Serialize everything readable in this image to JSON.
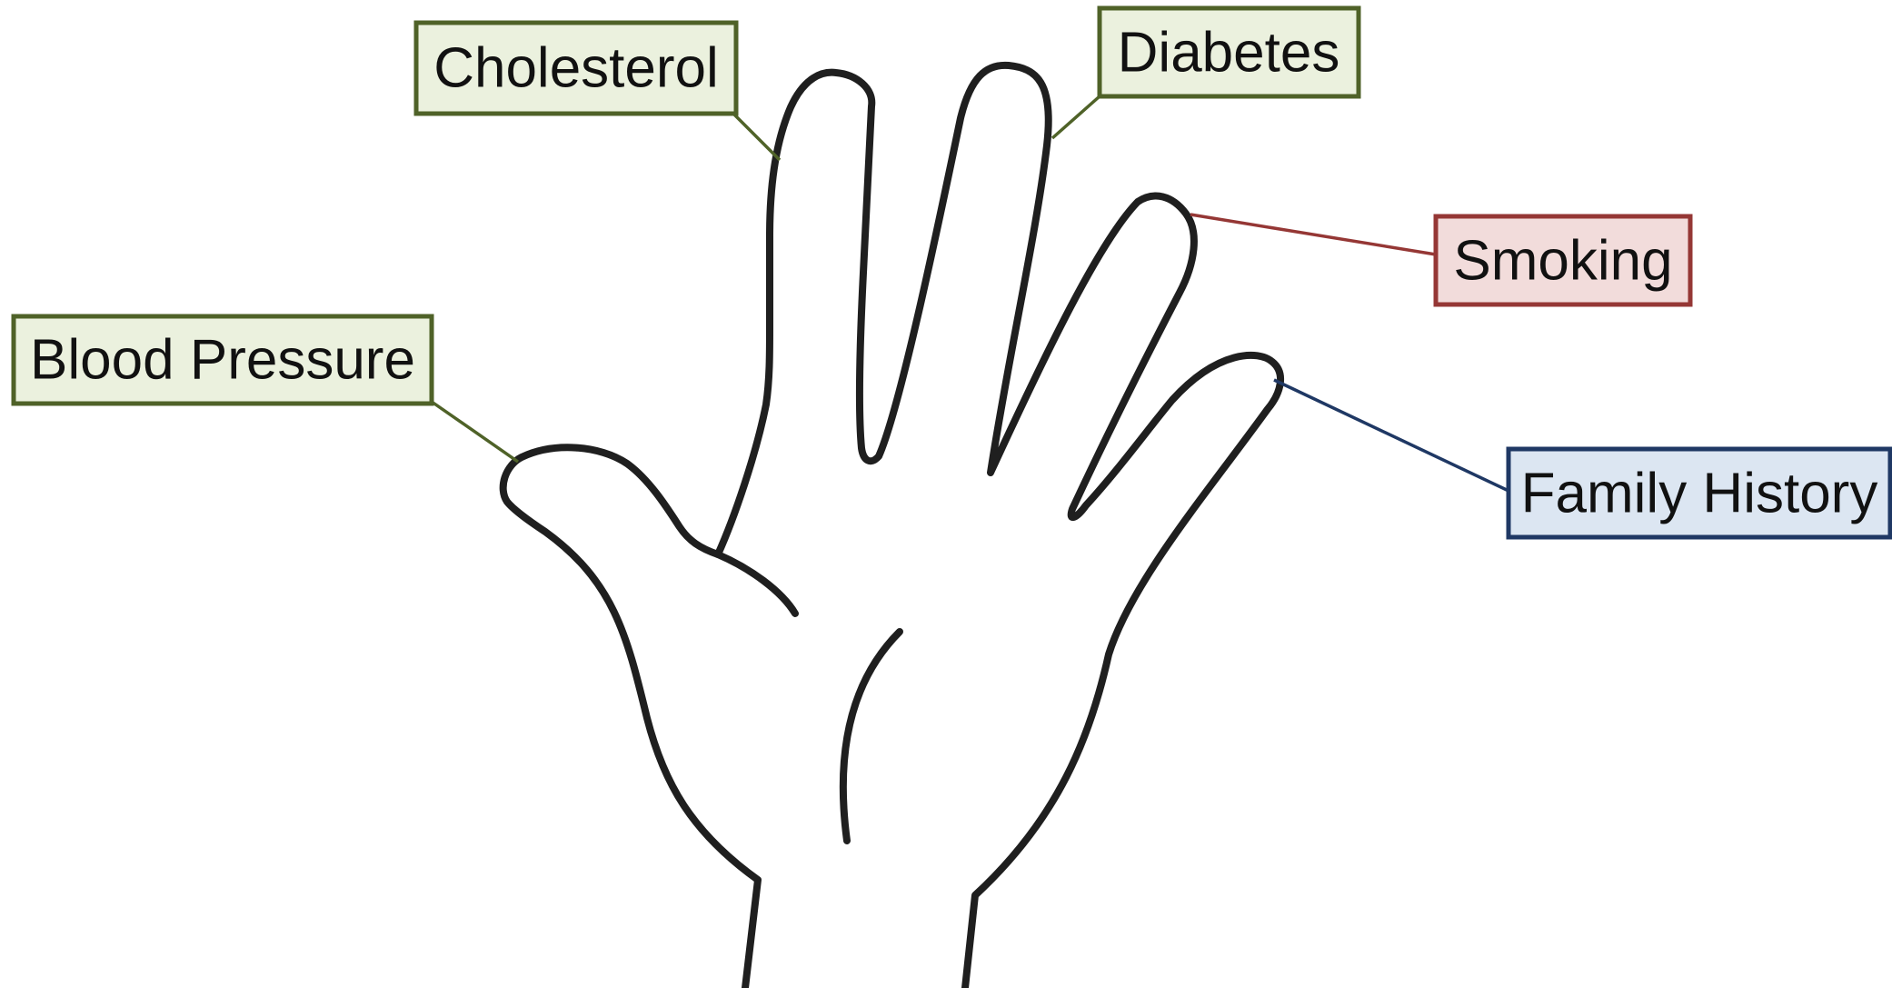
{
  "colors": {
    "outline": "#1f1f1f",
    "green_border": "#4f6228",
    "green_fill": "#ebf1de",
    "red_border": "#953735",
    "red_fill": "#f2dcdb",
    "blue_border": "#1f3864",
    "blue_fill": "#dce6f2"
  },
  "labels": {
    "blood_pressure": "Blood Pressure",
    "cholesterol": "Cholesterol",
    "diabetes": "Diabetes",
    "smoking": "Smoking",
    "family_history": "Family History"
  }
}
